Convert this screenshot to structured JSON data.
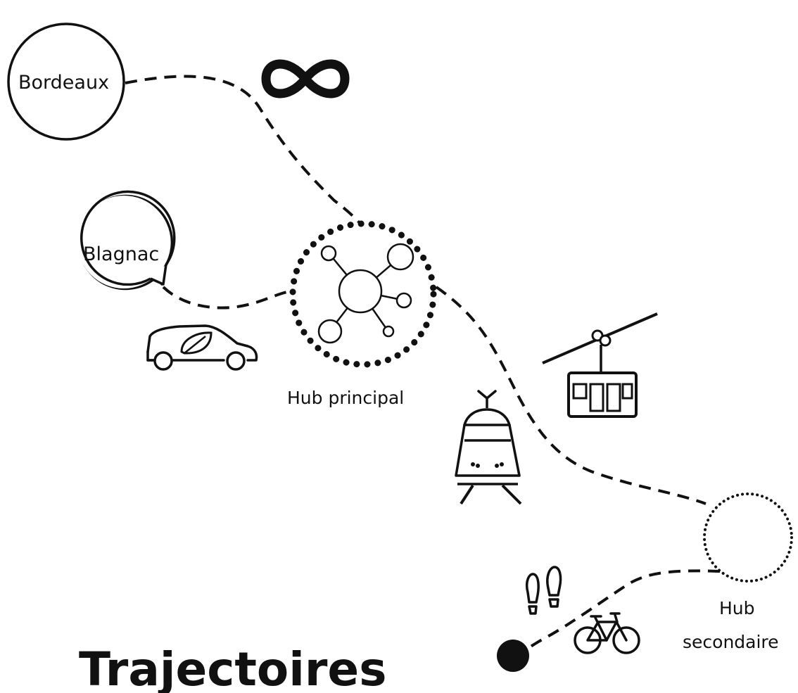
{
  "nodes": {
    "bordeaux": {
      "label": "Bordeaux"
    },
    "blagnac": {
      "label": "Blagnac"
    },
    "hub_principal": {
      "label": "Hub principal"
    },
    "hub_secondaire": {
      "label_line1": "Hub",
      "label_line2": "secondaire"
    }
  },
  "title": "Trajectoires",
  "icons": [
    "infinity-icon",
    "electric-car-icon",
    "tram-icon",
    "cable-car-icon",
    "footprints-icon",
    "bicycle-icon",
    "hub-network-icon"
  ],
  "colors": {
    "ink": "#111111",
    "background": "#ffffff"
  }
}
